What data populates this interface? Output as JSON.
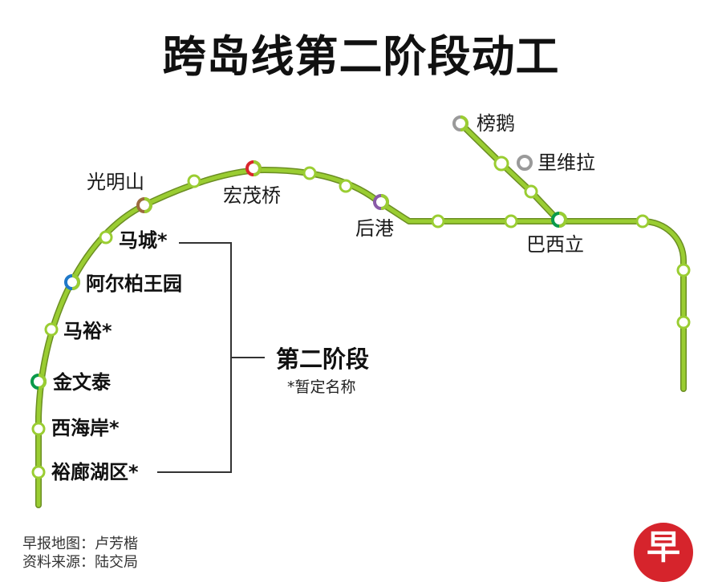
{
  "title": "跨岛线第二阶段动工",
  "colors": {
    "line": "#9acd32",
    "border": "#6b8e23",
    "marker_red": "#d9262c",
    "marker_brown": "#9c6b3e",
    "marker_purple": "#8a5aa8",
    "marker_blue": "#1f78c8",
    "marker_green": "#0a9a4a",
    "marker_grey": "#9a9a9a",
    "logo": "#d6242c"
  },
  "stations": {
    "bangeng": "榜鹅",
    "liweila": "里维拉",
    "guangmingshan": "光明山",
    "hongmaoqiao": "宏茂桥",
    "hougang": "后港",
    "baxili": "巴西立",
    "macheng": "马城*",
    "aerbowangyuan": "阿尔柏王园",
    "mayu": "马裕*",
    "jinwentai": "金文泰",
    "xihaian": "西海岸*",
    "yulanghuqu": "裕廊湖区*"
  },
  "phase": {
    "label": "第二阶段",
    "note": "*暂定名称"
  },
  "credits": {
    "map_by": "早报地图：卢芳楷",
    "source": "资料来源：陆交局"
  },
  "logo_char": "早"
}
